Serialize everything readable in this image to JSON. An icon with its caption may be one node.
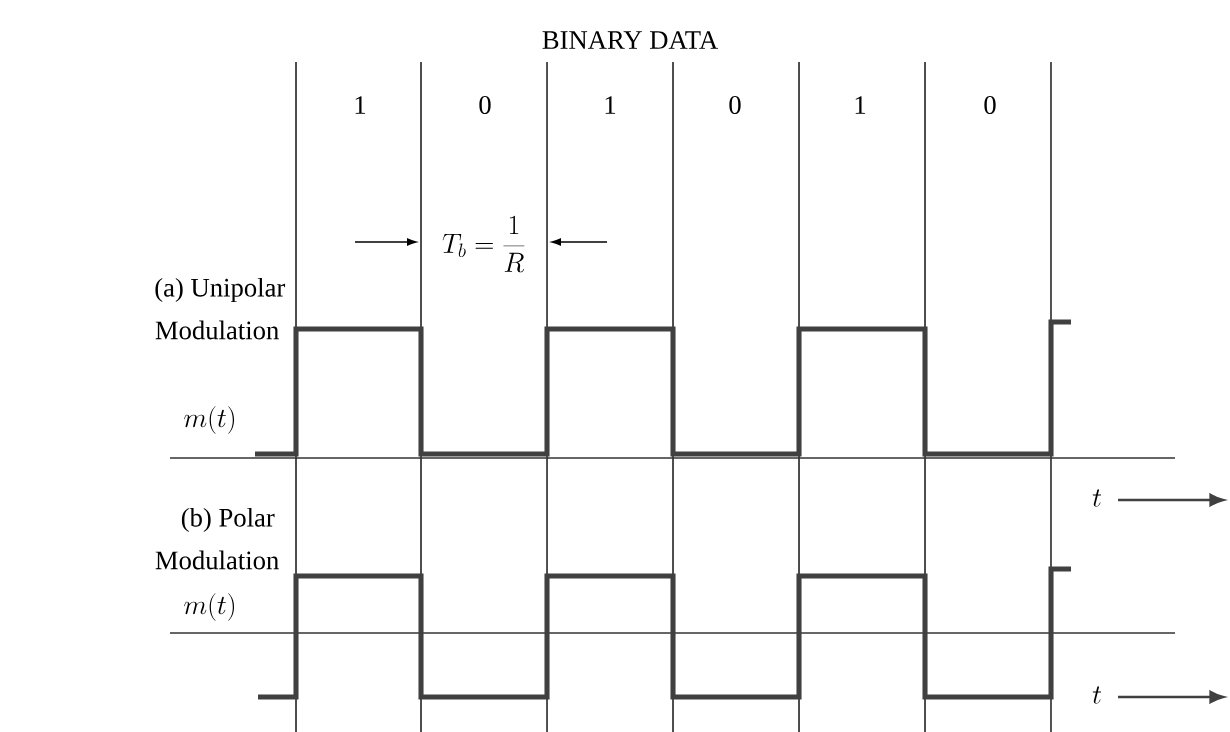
{
  "diagram": {
    "title": "BINARY DATA",
    "labels": [
      "1",
      "0",
      "1",
      "0",
      "1",
      "0",
      "T_b=\\frac{1}{R}",
      "(a) Unipolar",
      "Modulation",
      "m(t)",
      "t",
      "(b) Polar",
      "Modulation",
      "m(t)",
      "t"
    ]
  }
}
